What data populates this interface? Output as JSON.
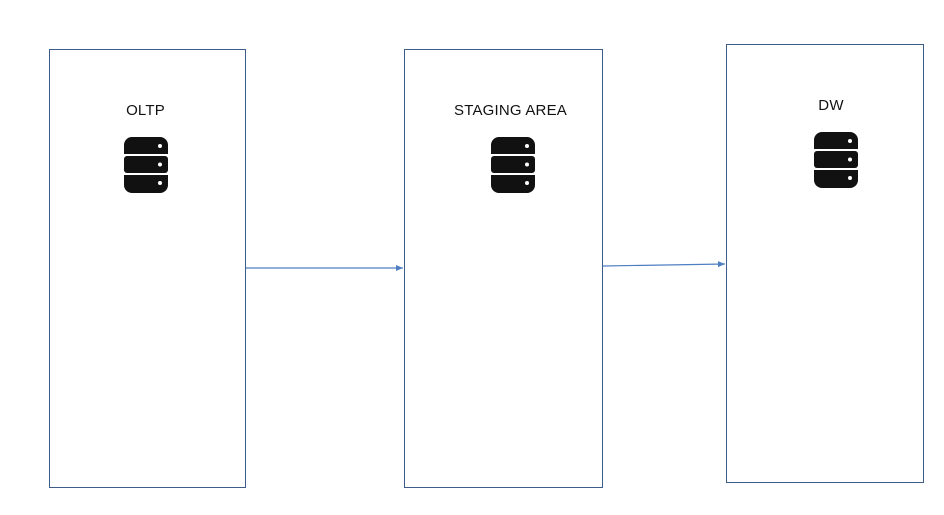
{
  "diagram": {
    "nodes": [
      {
        "id": "oltp",
        "label": "OLTP",
        "icon": "database-icon"
      },
      {
        "id": "staging",
        "label": "STAGING AREA",
        "icon": "database-icon"
      },
      {
        "id": "dw",
        "label": "DW",
        "icon": "database-icon"
      }
    ],
    "edges": [
      {
        "from": "oltp",
        "to": "staging"
      },
      {
        "from": "staging",
        "to": "dw"
      }
    ],
    "colors": {
      "box_border": "#3e5c8a",
      "arrow": "#4f7ec2",
      "icon": "#111111"
    }
  }
}
